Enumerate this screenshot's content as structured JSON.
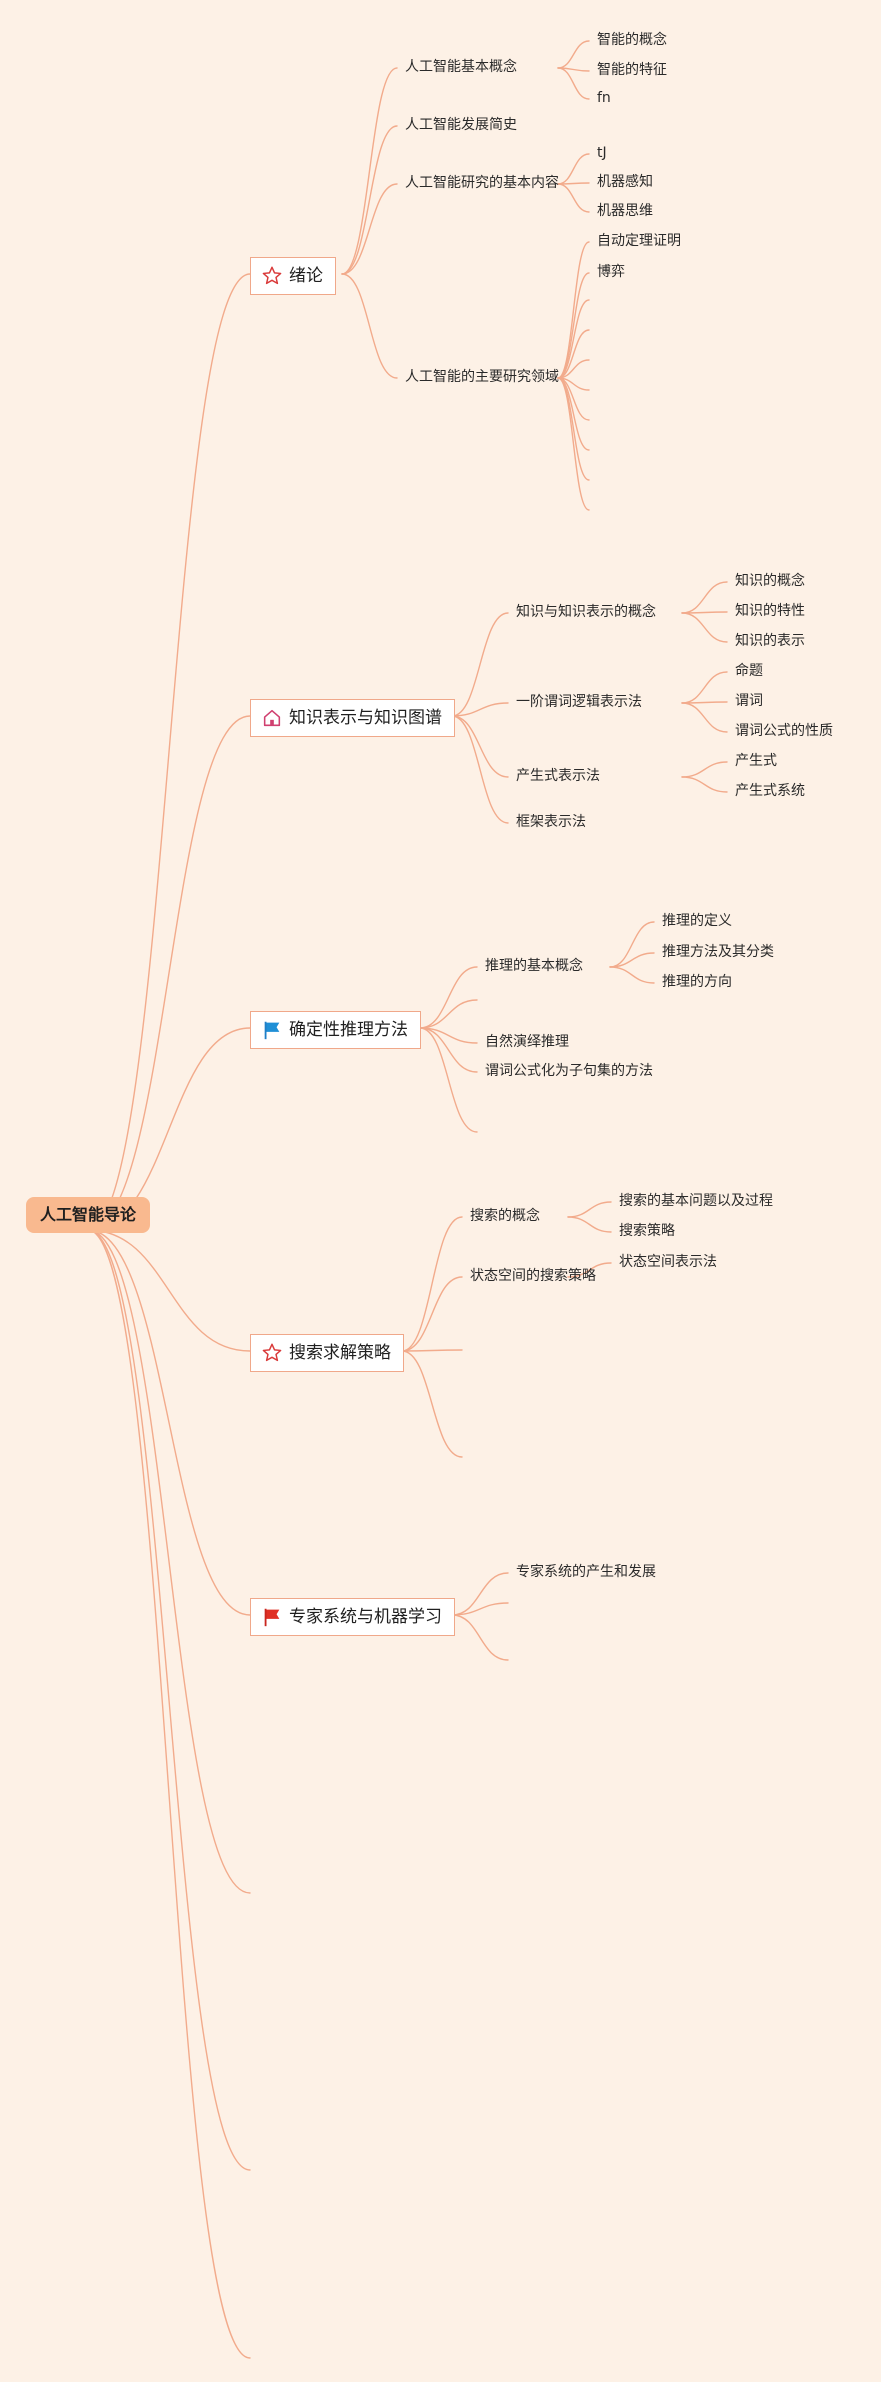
{
  "root": {
    "label": "人工智能导论"
  },
  "colors": {
    "background": "#fdf1e6",
    "link": "#f2ab8c",
    "root_fill": "#f9b98f",
    "box_border": "#f0a88a"
  },
  "chapters": [
    {
      "label": "绪论",
      "icon": "star-icon",
      "topics": [
        {
          "label": "人工智能基本概念",
          "leaves": [
            "智能的概念",
            "智能的特征",
            "fn"
          ]
        },
        {
          "label": "人工智能发展简史",
          "leaves": []
        },
        {
          "label": "人工智能研究的基本内容",
          "leaves": [
            "tJ",
            "机器感知",
            "机器思维"
          ]
        },
        {
          "label": "人工智能的主要研究领域",
          "leaves": [
            "自动定理证明",
            "博弈",
            "",
            "",
            "",
            "",
            "",
            "",
            "",
            ""
          ]
        }
      ]
    },
    {
      "label": "知识表示与知识图谱",
      "icon": "house-icon",
      "topics": [
        {
          "label": "知识与知识表示的概念",
          "leaves": [
            "知识的概念",
            "知识的特性",
            "知识的表示"
          ]
        },
        {
          "label": "一阶谓词逻辑表示法",
          "leaves": [
            "命题",
            "谓词",
            "谓词公式的性质"
          ]
        },
        {
          "label": "产生式表示法",
          "leaves": [
            "产生式",
            "产生式系统"
          ]
        },
        {
          "label": "框架表示法",
          "leaves": []
        }
      ]
    },
    {
      "label": "确定性推理方法",
      "icon": "blue-flag-icon",
      "topics": [
        {
          "label": "推理的基本概念",
          "leaves": [
            "推理的定义",
            "推理方法及其分类",
            "推理的方向"
          ]
        },
        {
          "label": "",
          "leaves": []
        },
        {
          "label": "自然演绎推理",
          "leaves": []
        },
        {
          "label": "谓词公式化为子句集的方法",
          "leaves": []
        },
        {
          "label": "",
          "leaves": []
        }
      ]
    },
    {
      "label": "搜索求解策略",
      "icon": "star-icon",
      "topics": [
        {
          "label": "搜索的概念",
          "leaves": [
            "搜索的基本问题以及过程",
            "搜索策略"
          ]
        },
        {
          "label": "状态空间的搜索策略",
          "leaves": [
            "状态空间表示法"
          ]
        },
        {
          "label": "",
          "leaves": []
        },
        {
          "label": "",
          "leaves": []
        }
      ]
    },
    {
      "label": "专家系统与机器学习",
      "icon": "red-flag-icon",
      "topics": [
        {
          "label": "专家系统的产生和发展",
          "leaves": []
        },
        {
          "label": "",
          "leaves": []
        },
        {
          "label": "",
          "leaves": []
        }
      ]
    }
  ]
}
